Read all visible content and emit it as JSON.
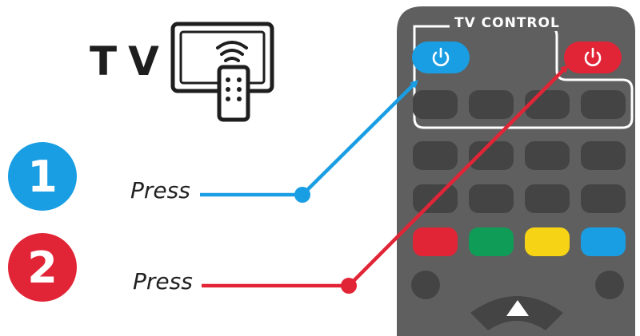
{
  "labels": {
    "tv": "TV",
    "remote_title": "TV CONTROL",
    "press": "Press"
  },
  "steps": [
    {
      "number": "1",
      "color": "#1a9ee3"
    },
    {
      "number": "2",
      "color": "#e22536"
    }
  ],
  "colors": {
    "remote_body": "#5f5f5f",
    "remote_button": "#444444",
    "power_blue": "#1a9ee3",
    "power_red": "#e22536",
    "color_keys": [
      "#e22536",
      "#0f9c57",
      "#f6d415",
      "#1a9ee3"
    ],
    "icon_dark": "#1e1e1e"
  },
  "icons": [
    "tv-remote-icon",
    "power-icon",
    "up-arrow-icon"
  ]
}
